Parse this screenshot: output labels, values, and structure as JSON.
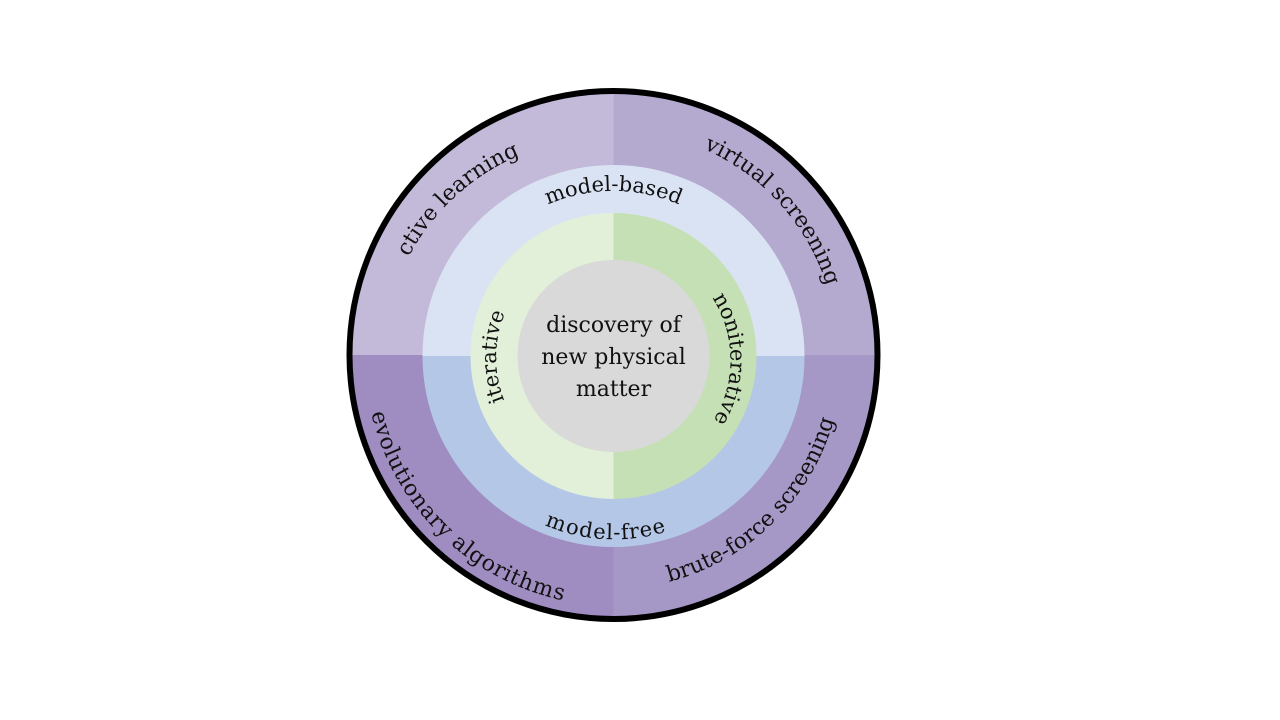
{
  "diagram": {
    "center": {
      "lines": [
        "discovery of",
        "new physical",
        "matter"
      ],
      "color": "#d9d9d9"
    },
    "inner_ring": {
      "left": {
        "label": "iterative",
        "color": "#e2efd9"
      },
      "right": {
        "label": "noniterative",
        "color": "#c5e0b4"
      }
    },
    "middle_ring": {
      "top": {
        "label": "model-based",
        "color": "#dae3f3"
      },
      "bottom": {
        "label": "model-free",
        "color": "#b4c7e7"
      }
    },
    "outer_ring": {
      "top_left": {
        "label": "active learning",
        "color": "#c3bad9"
      },
      "top_right": {
        "label": "virtual screening",
        "color": "#b4a9cf"
      },
      "bottom_left": {
        "label": "evolutionary algorithms",
        "color": "#9f8cc0"
      },
      "bottom_right": {
        "label": "brute-force screening",
        "color": "#a698c6"
      }
    },
    "border_color": "#000000"
  }
}
